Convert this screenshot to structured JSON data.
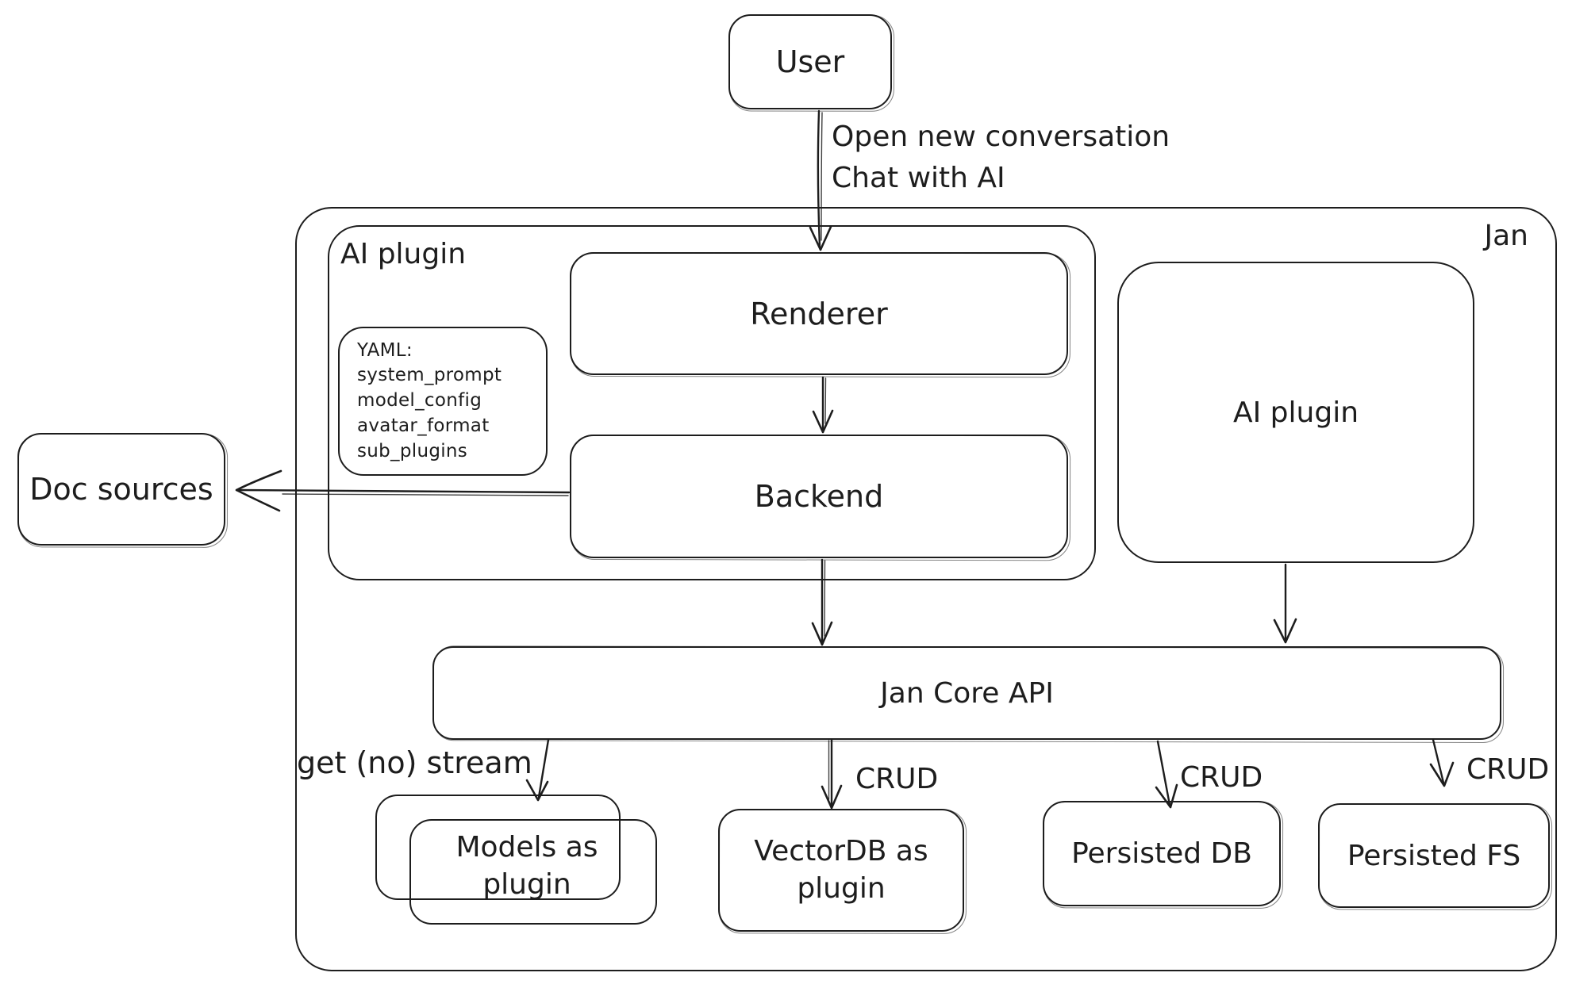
{
  "diagram": {
    "colors": {
      "stroke": "#1d1d1d",
      "background": "#ffffff"
    },
    "nodes": {
      "user": {
        "label": "User"
      },
      "jan_container": {
        "label": "Jan"
      },
      "ai_plugin_group": {
        "label": "AI plugin"
      },
      "yaml_note": {
        "lines": [
          "YAML:",
          "system_prompt",
          "model_config",
          "avatar_format",
          "sub_plugins"
        ]
      },
      "renderer": {
        "label": "Renderer"
      },
      "backend": {
        "label": "Backend"
      },
      "ai_plugin_box": {
        "label": "AI plugin"
      },
      "doc_sources": {
        "label": "Doc sources"
      },
      "jan_core_api": {
        "label": "Jan Core API"
      },
      "models_plugin": {
        "label": "Models as plugin"
      },
      "vectordb_plugin": {
        "label": "VectorDB as plugin"
      },
      "persisted_db": {
        "label": "Persisted DB"
      },
      "persisted_fs": {
        "label": "Persisted FS"
      }
    },
    "edges": {
      "user_flow": {
        "line1": "Open new conversation",
        "line2": "Chat with AI"
      },
      "get_stream": {
        "label": "get (no) stream"
      },
      "crud_vectordb": {
        "label": "CRUD"
      },
      "crud_db": {
        "label": "CRUD"
      },
      "crud_fs": {
        "label": "CRUD"
      }
    }
  }
}
